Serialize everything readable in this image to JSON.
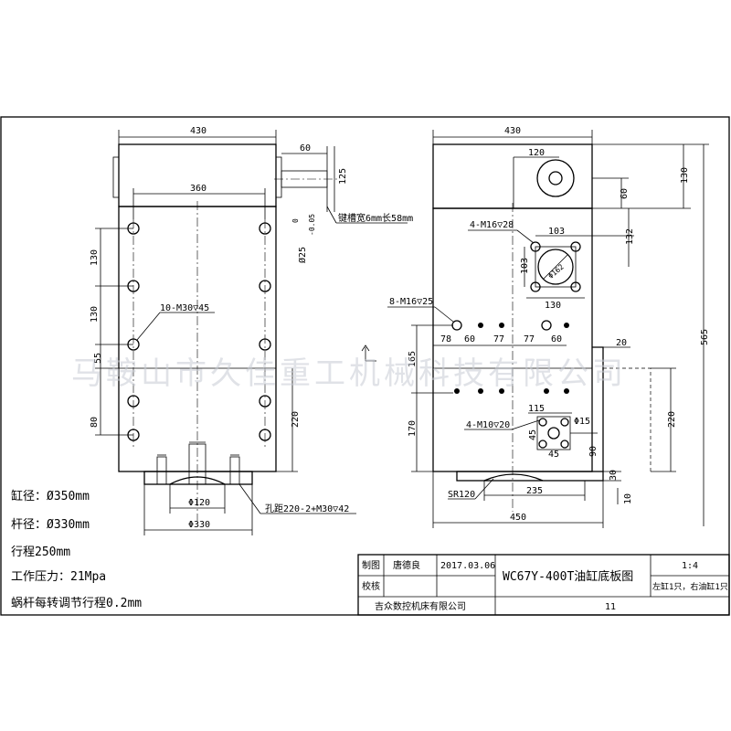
{
  "left_view": {
    "dim_width": "430",
    "dim_bolt_span": "360",
    "dim_shaft_len": "60",
    "dim_shaft_offset": "125",
    "shaft_dia": "Ø25",
    "shaft_tol_upper": "0",
    "shaft_tol_lower": "-0.05",
    "keyway": "键槽宽6mm长58mm",
    "bolt_callout": "10-M30▽45",
    "dims_vertical": [
      "130",
      "130",
      "55",
      "80",
      "220"
    ],
    "bore_dia": "Φ120",
    "outer_dia": "Φ330",
    "hole_spacing": "孔距220-2+M30▽42"
  },
  "right_view": {
    "dim_width": "430",
    "dim_base": "450",
    "dim_top_height": "130",
    "dim_total_height": "565",
    "dim_top_boss": "120",
    "dim_60_side": "60",
    "callout_m16_4": "4-M16▽28",
    "sq_dim_top": "103",
    "sq_dim_side": "103",
    "sq_dim_bottom": "130",
    "dim_132": "132",
    "circle_dia": "Φ162",
    "callout_m16_8": "8-M16▽25",
    "row_spacing": [
      "78",
      "60",
      "77",
      "77",
      "60"
    ],
    "dim_20": "20",
    "dim_165": "165",
    "dim_170": "170",
    "dim_115": "115",
    "callout_m10": "4-M10▽20",
    "dim_phi15": "Φ15",
    "dim_45a": "45",
    "dim_45b": "45",
    "dim_90": "90",
    "dim_220": "220",
    "dim_30": "30",
    "dim_10": "10",
    "dim_235": "235",
    "sr": "SR120"
  },
  "watermark": "马鞍山市久佳重工机械科技有限公司",
  "specs": [
    "缸径：Ø350mm",
    "杆径：Ø330mm",
    "行程250mm",
    "工作压力：21Mpa",
    "蜗杆每转调节行程0.2mm"
  ],
  "title_block": {
    "draw_label": "制图",
    "drawer": "唐德良",
    "date": "2017.03.06",
    "check_label": "校核",
    "title": "WC67Y-400T油缸底板图",
    "scale": "1:4",
    "quantity_note": "左缸1只，右油缸1只",
    "company": "吉众数控机床有限公司",
    "sheet": "11"
  }
}
